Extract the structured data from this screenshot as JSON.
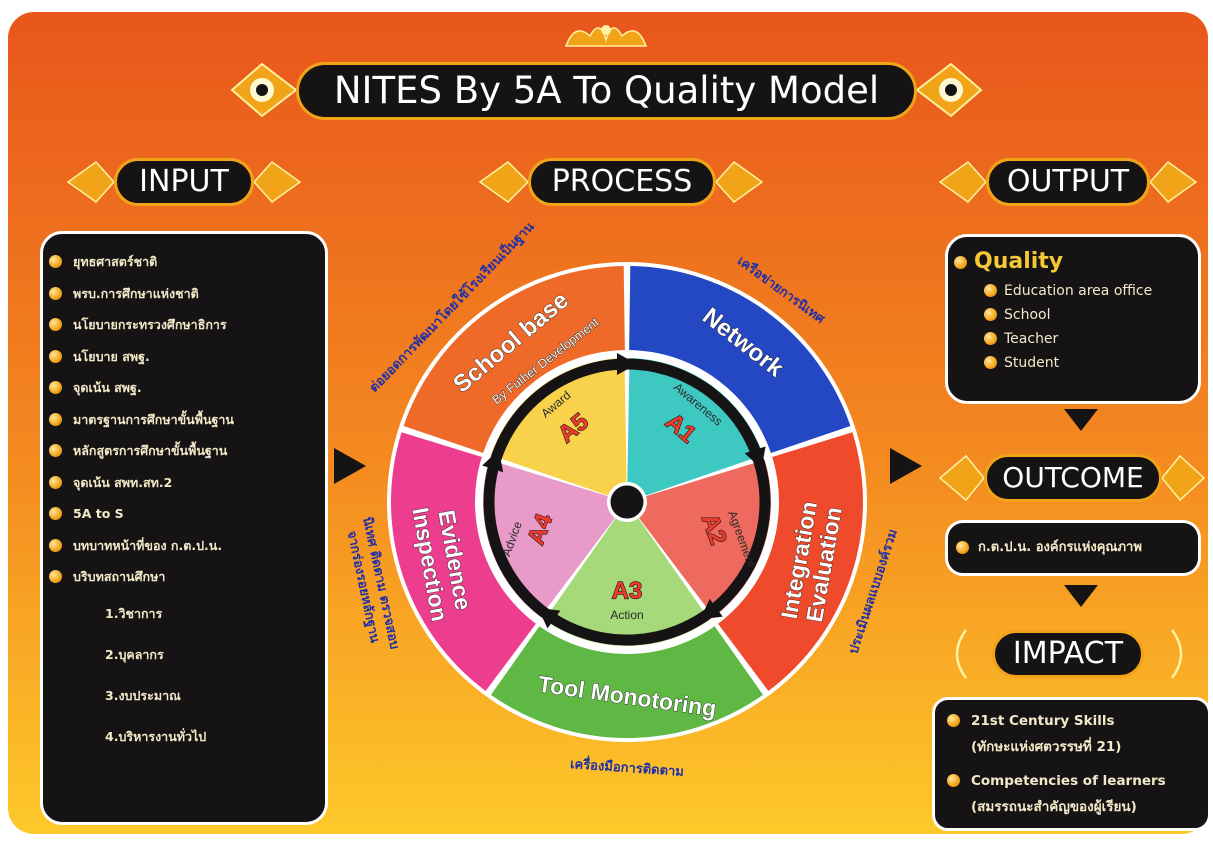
{
  "title": "NITES By 5A To Quality Model",
  "headers": {
    "input": "INPUT",
    "process": "PROCESS",
    "output": "OUTPUT",
    "outcome": "OUTCOME",
    "impact": "IMPACT"
  },
  "input_items": [
    "ยุทธศาสตร์ชาติ",
    "พรบ.การศึกษาแห่งชาติ",
    "นโยบายกระทรวงศึกษาธิการ",
    "นโยบาย สพฐ.",
    "จุดเน้น สพฐ.",
    "มาตรฐานการศึกษาขั้นพื้นฐาน",
    "หลักสูตรการศึกษาขั้นพื้นฐาน",
    "จุดเน้น สพท.สท.2",
    "5A to S",
    "บทบาทหน้าที่ของ ก.ต.ป.น.",
    "บริบทสถานศึกษา"
  ],
  "input_subitems": [
    "1.วิชาการ",
    "2.บุคลากร",
    "3.งบประมาณ",
    "4.บริหารงานทั่วไป"
  ],
  "output": {
    "quality_label": "Quality",
    "items": [
      "Education area office",
      "School",
      "Teacher",
      "Student"
    ]
  },
  "outcome_text": "ก.ต.ป.น. องค์กรแห่งคุณภาพ",
  "impact_items": [
    {
      "line1": "21st Century Skills",
      "line2": "(ทักษะแห่งศตวรรษที่ 21)"
    },
    {
      "line1": "Competencies of learners",
      "line2": "(สมรรถนะสำคัญของผู้เรียน)"
    }
  ],
  "wheel": {
    "outer": [
      {
        "label": "Network",
        "color": "#2447c4",
        "curved": "เครือข่ายการนิเทศ"
      },
      {
        "label": "Integration\nEvaluation",
        "color": "#ee4a2b",
        "curved": "ประเมินผลแบบองค์รวม"
      },
      {
        "label": "Tool Monotoring",
        "color": "#5fb844",
        "curved": "เครื่องมือการติดตาม"
      },
      {
        "label": "Evidence\nInspection",
        "color": "#ec3d8f",
        "curved": "นิเทศ ติดตาม ตรวจสอบ\nจากร่องรอยหลักฐาน"
      },
      {
        "label": "School base",
        "sublabel": "By Futher Development",
        "color": "#ef6a28",
        "curved": "ต่อยอดการพัฒนาโดยใช้โรงเรียนเป็นฐาน"
      }
    ],
    "inner": [
      {
        "code": "A1",
        "word": "Awareness",
        "color": "#3ec8c2"
      },
      {
        "code": "A2",
        "word": "Agreement",
        "color": "#ee6a5e"
      },
      {
        "code": "A3",
        "word": "Action",
        "color": "#a6d97a"
      },
      {
        "code": "A4",
        "word": "Advice",
        "color": "#e89bc8"
      },
      {
        "code": "A5",
        "word": "Award",
        "color": "#f7d24a"
      }
    ]
  },
  "colors": {
    "bg_top": "#e8561c",
    "bg_bottom": "#fdc92a",
    "gold": "#f2a418",
    "panel": "#161315",
    "curved_text": "#1f2fa8"
  }
}
